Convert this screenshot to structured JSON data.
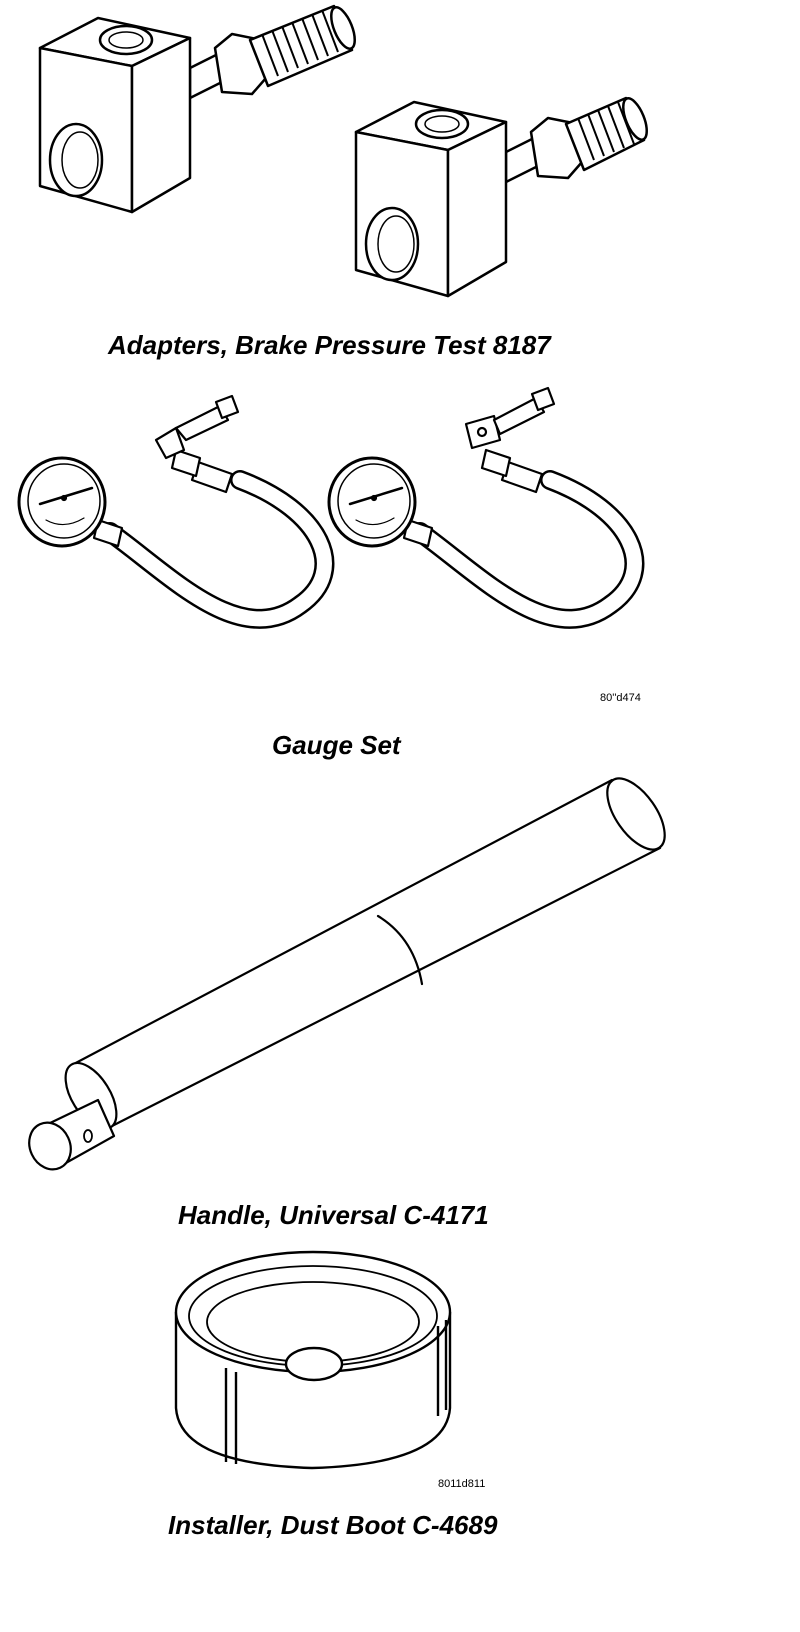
{
  "figures": [
    {
      "caption": "Adapters, Brake Pressure Test 8187",
      "ref": ""
    },
    {
      "caption": "Gauge Set",
      "ref": "80''d474"
    },
    {
      "caption": "Handle, Universal C-4171",
      "ref": ""
    },
    {
      "caption": "Installer, Dust Boot C-4689",
      "ref": "8011d811"
    }
  ]
}
